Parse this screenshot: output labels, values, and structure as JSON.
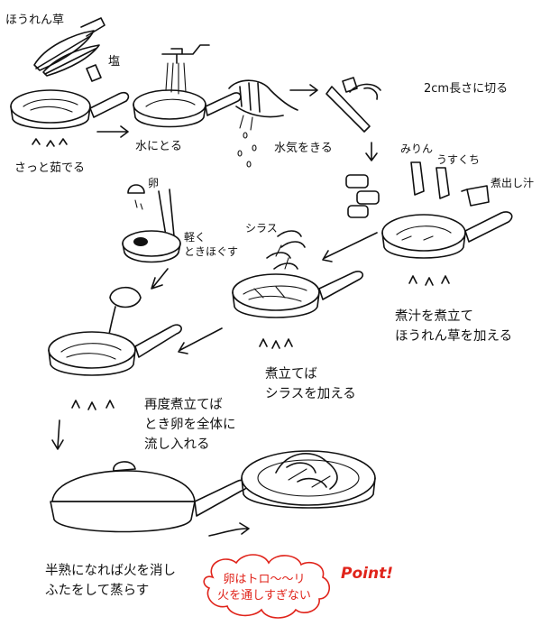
{
  "labels": {
    "spinach": "ほうれん草",
    "salt": "塩",
    "boil_quick": "さっと茹でる",
    "into_water": "水にとる",
    "squeeze": "水気をきる",
    "cut": "2cm長さに切る",
    "mirin": "みりん",
    "usukuchi": "うすくち",
    "dashi": "煮出し汁",
    "egg": "卵",
    "beat_line1": "軽く",
    "beat_line2": "ときほぐす",
    "shirasu": "シラス",
    "step_boil_line1": "煮汁を煮立て",
    "step_boil_line2": "ほうれん草を加える",
    "step_shirasu_line1": "煮立てば",
    "step_shirasu_line2": "シラスを加える",
    "step_egg_line1": "再度煮立てば",
    "step_egg_line2": "とき卵を全体に",
    "step_egg_line3": "流し入れる",
    "step_final_line1": "半熟になれば火を消し",
    "step_final_line2": "ふたをして蒸らす"
  },
  "tip": {
    "line1": "卵はトロ～～リ",
    "line2": "火を通しすぎない",
    "badge": "Point!"
  },
  "colors": {
    "ink": "#111111",
    "accent": "#e0241b"
  }
}
